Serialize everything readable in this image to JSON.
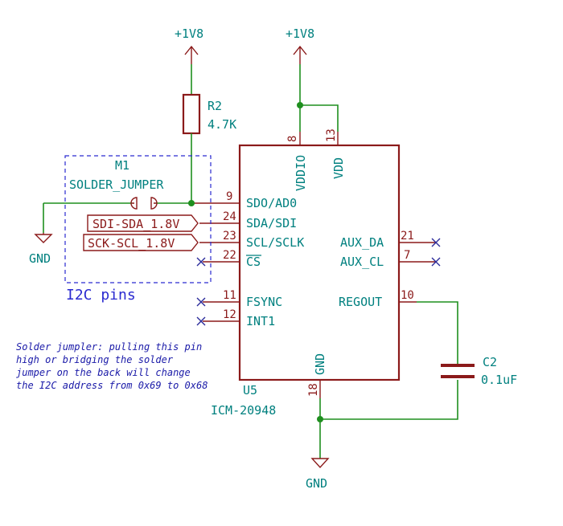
{
  "power": {
    "left_rail": "+1V8",
    "right_rail": "+1V8"
  },
  "ground": {
    "left": "GND",
    "bottom": "GND"
  },
  "resistor": {
    "ref": "R2",
    "value": "4.7K"
  },
  "capacitor": {
    "ref": "C2",
    "value": "0.1uF"
  },
  "jumper": {
    "ref": "M1",
    "value": "SOLDER_JUMPER",
    "group_label": "I2C pins"
  },
  "ic": {
    "ref": "U5",
    "value": "ICM-20948",
    "top_pins": [
      {
        "num": "8",
        "name": "VDDIO"
      },
      {
        "num": "13",
        "name": "VDD"
      }
    ],
    "left_pins": [
      {
        "num": "9",
        "name": "SDO/AD0"
      },
      {
        "num": "24",
        "name": "SDA/SDI"
      },
      {
        "num": "23",
        "name": "SCL/SCLK"
      },
      {
        "num": "22",
        "name": "CS"
      },
      {
        "num": "11",
        "name": "FSYNC"
      },
      {
        "num": "12",
        "name": "INT1"
      }
    ],
    "right_pins": [
      {
        "num": "21",
        "name": "AUX_DA"
      },
      {
        "num": "7",
        "name": "AUX_CL"
      },
      {
        "num": "10",
        "name": "REGOUT"
      }
    ],
    "bottom_pins": [
      {
        "num": "18",
        "name": "GND"
      }
    ]
  },
  "net_labels": [
    "SDI-SDA_1.8V",
    "SCK-SCL_1.8V"
  ],
  "note_lines": [
    "Solder jumpler: pulling this pin",
    "high or bridging the solder",
    "jumper on the back will change",
    "the I2C address from 0x69 to 0x68"
  ],
  "colors": {
    "wire": "#1f8f1f",
    "part": "#8b1a1a",
    "text": "#00807f",
    "note": "#1a1aa8"
  }
}
